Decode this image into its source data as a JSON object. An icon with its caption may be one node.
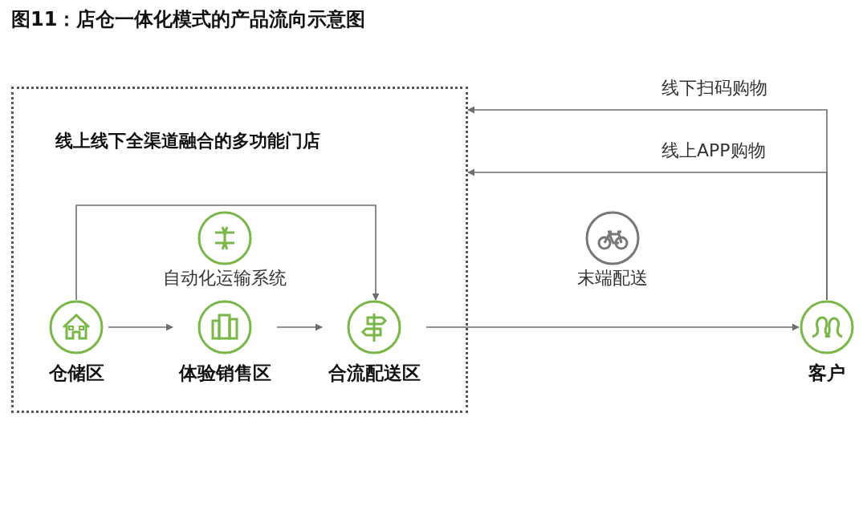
{
  "diagram": {
    "title": "图11：店仓一体化模式的产品流向示意图",
    "nodes": [
      {
        "text": [
          "线上线下全渠道融合的多功能门店"
        ]
      },
      {
        "text": [
          "仓储区"
        ],
        "in": 0
      },
      {
        "text": [
          "体验销售区"
        ],
        "in": 0
      },
      {
        "text": [
          "合流配送区"
        ],
        "in": 0
      },
      {
        "text": [
          "客户"
        ]
      }
    ],
    "edges": [
      {
        "from": 1,
        "to": 2,
        "arrow": "to"
      },
      {
        "from": 2,
        "to": 3,
        "arrow": "to"
      },
      {
        "from": 1,
        "to": 3,
        "arrow": "to",
        "label": "自动化运输系统"
      },
      {
        "from": 3,
        "to": 4,
        "arrow": "to",
        "label": "末端配送"
      },
      {
        "from": 4,
        "to": 0,
        "arrow": "to",
        "label": "线下扫码购物"
      },
      {
        "from": 4,
        "to": 0,
        "arrow": "to",
        "label": "线上APP购物"
      }
    ]
  }
}
